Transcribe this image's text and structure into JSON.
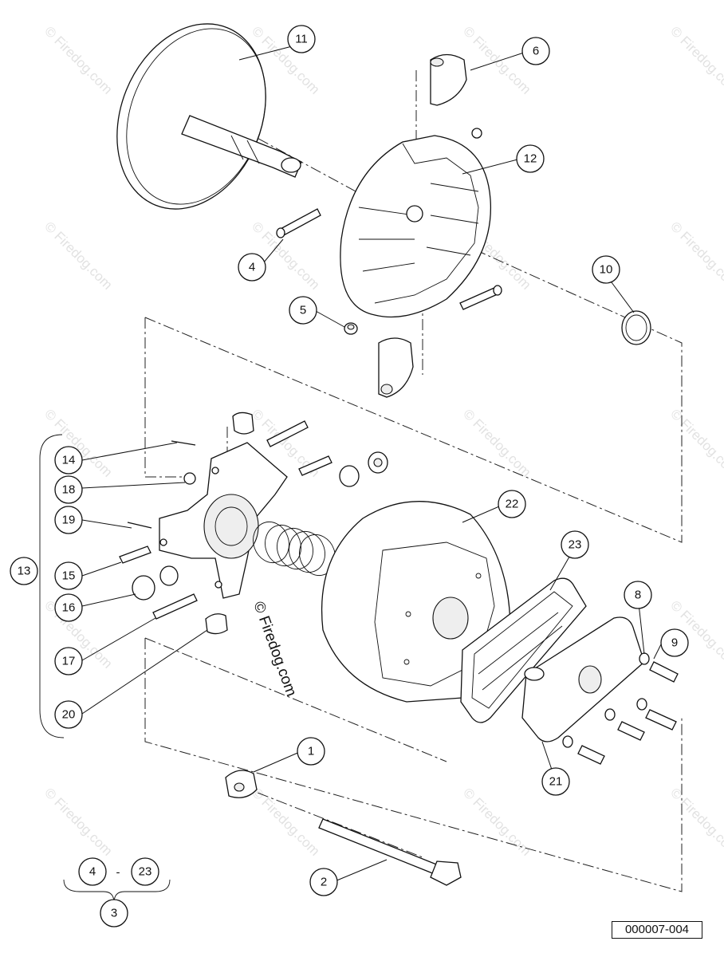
{
  "watermark": "© Firedog.com",
  "reference_code": "000007-004",
  "callouts": {
    "c1": "1",
    "c2": "2",
    "c3": "3",
    "c4": "4",
    "c5": "5",
    "c6": "6",
    "c8": "8",
    "c9": "9",
    "c10": "10",
    "c11": "11",
    "c12": "12",
    "c13": "13",
    "c14": "14",
    "c15": "15",
    "c16": "16",
    "c17": "17",
    "c18": "18",
    "c19": "19",
    "c20": "20",
    "c21": "21",
    "c22": "22",
    "c23": "23"
  },
  "kit_legend": {
    "from": "4",
    "dash": "-",
    "to": "23",
    "kit": "3"
  }
}
